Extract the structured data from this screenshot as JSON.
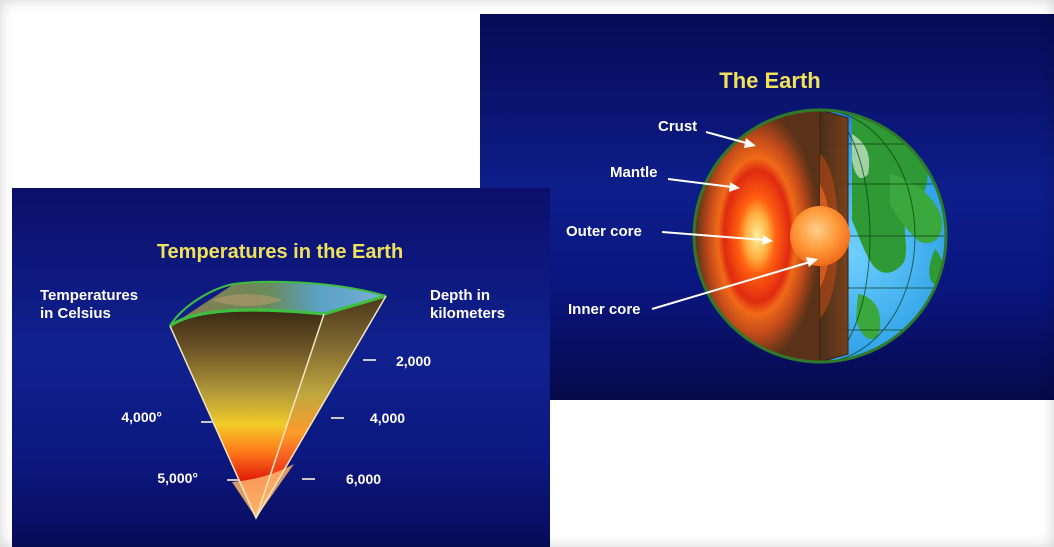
{
  "earth_panel": {
    "title": "The Earth",
    "labels": {
      "crust": "Crust",
      "mantle": "Mantle",
      "outer_core": "Outer core",
      "inner_core": "Inner core"
    }
  },
  "temperature_panel": {
    "title": "Temperatures in the Earth",
    "left_heading_line1": "Temperatures",
    "left_heading_line2": "in Celsius",
    "right_heading_line1": "Depth in",
    "right_heading_line2": "kilometers",
    "temperature_labels": [
      "4,000°",
      "5,000°"
    ],
    "depth_labels": [
      "2,000",
      "4,000",
      "6,000"
    ]
  },
  "colors": {
    "background_blue": "#0d1e8a",
    "title_yellow": "#f0e15a",
    "label_white": "#ffffff"
  }
}
